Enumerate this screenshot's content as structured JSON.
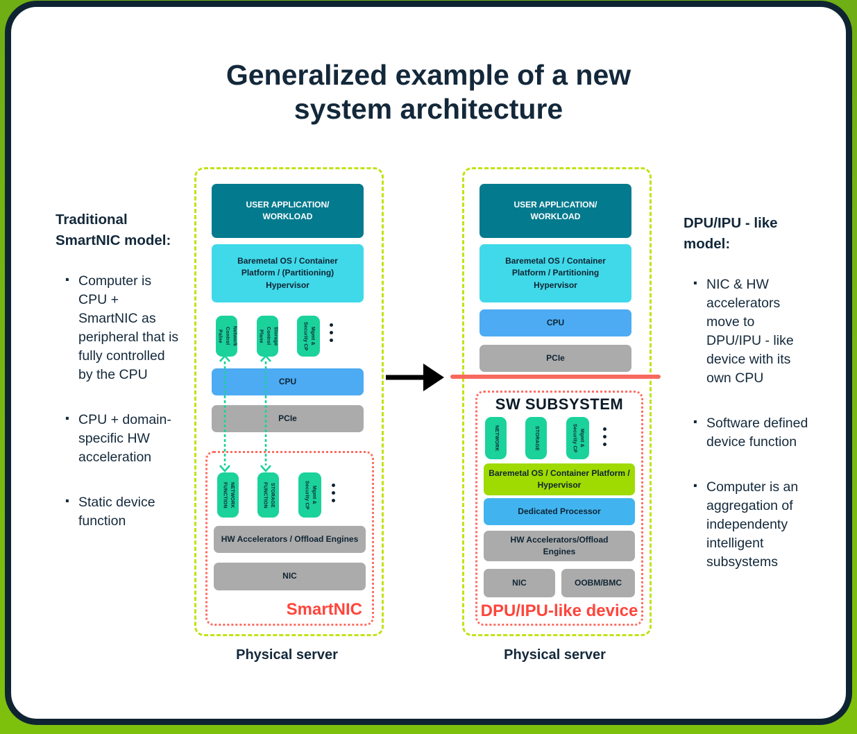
{
  "title": "Generalized example of a new system architecture",
  "left_notes": {
    "heading": "Traditional SmartNIC model:",
    "bullets": [
      "Computer is CPU + SmartNIC as peripheral that is fully controlled by the CPU",
      "CPU + domain-specific HW acceleration",
      "Static device function"
    ]
  },
  "right_notes": {
    "heading": "DPU/IPU - like model:",
    "bullets": [
      "NIC & HW accelerators move to DPU/IPU - like device with its own CPU",
      "Software defined device function",
      "Computer is an aggregation of independenty intelligent subsystems"
    ]
  },
  "left_diagram": {
    "caption": "Physical server",
    "user_app": "USER APPLICATION/\nWORKLOAD",
    "baremetal": "Baremetal OS / Container\nPlatform / (Partitioning)\nHypervisor",
    "control_planes": [
      "Network\nControl\nPalne",
      "Storage\nControl\nPlane",
      "Mgmt &\nSecurity CP"
    ],
    "cpu": "CPU",
    "pcie": "PCIe",
    "smartnic": {
      "label": "SmartNIC",
      "functions": [
        "NETWORK\nFUNCTION",
        "STORAGE\nFUNCTION",
        "Mgmt &\nSecurity CP"
      ],
      "hw_acc": "HW Accelerators / Offload Engines",
      "nic": "NIC"
    }
  },
  "right_diagram": {
    "caption": "Physical server",
    "user_app": "USER APPLICATION/\nWORKLOAD",
    "baremetal": "Baremetal OS / Container\nPlatform / Partitioning\nHypervisor",
    "cpu": "CPU",
    "pcie": "PCIe",
    "sw_subsystem": {
      "title": "SW SUBSYSTEM",
      "label": "DPU/IPU-like device",
      "planes": [
        "NETWORK",
        "STORAGE",
        "Mgmt &\nSecurity CP"
      ],
      "baremetal": "Baremetal OS / Container Platform /\nHypervisor",
      "dedicated": "Dedicated Processor",
      "hw_acc": "HW Accelerators/Offload\nEngines",
      "nic": "NIC",
      "oobm": "OOBM/BMC"
    }
  },
  "icons": {
    "flow_arrow": "right-arrow",
    "connector": "bidirectional-dashed-arrow",
    "more_items": "vertical-ellipsis"
  },
  "colors": {
    "navy": "#13283a",
    "teal": "#047a8e",
    "cyan": "#40d9e9",
    "blue": "#4dabf3",
    "sky_blue": "#41b4f0",
    "gray": "#ababab",
    "emerald": "#1bd29b",
    "lime_box": "#9fdb00",
    "lime_border": "#c2e214",
    "red_accent": "#ff453b",
    "red_border": "#ff6d62",
    "red_line": "#f8685e",
    "page_green": "#7ec10d"
  }
}
